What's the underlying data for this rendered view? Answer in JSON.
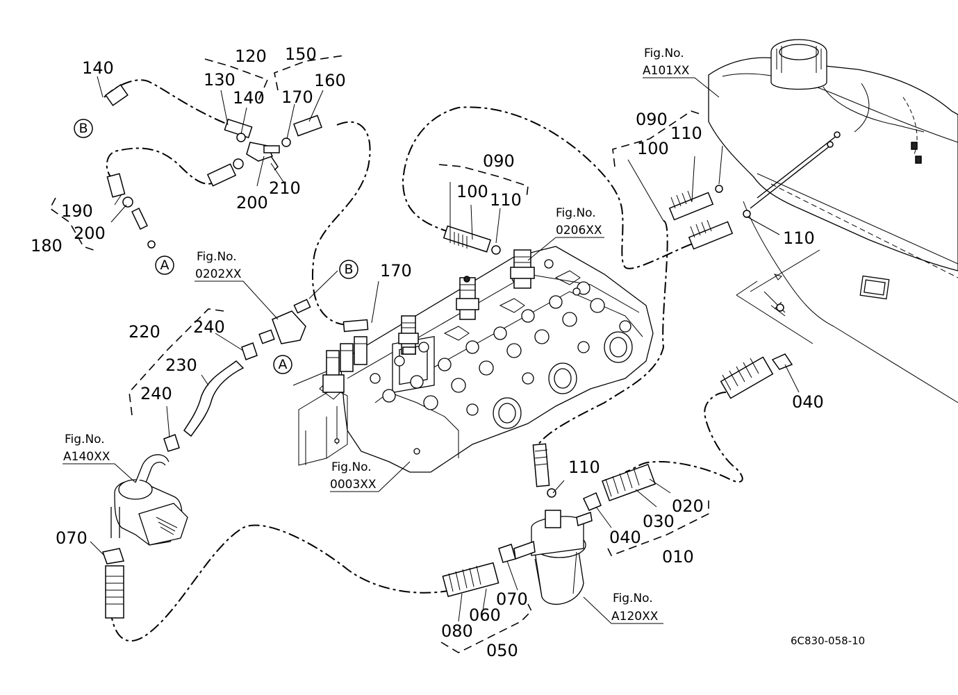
{
  "parts": {
    "p010": "010",
    "p020": "020",
    "p030": "030",
    "p040a": "040",
    "p040b": "040",
    "p050": "050",
    "p060": "060",
    "p070a": "070",
    "p070b": "070",
    "p080": "080",
    "p090a": "090",
    "p090b": "090",
    "p100a": "100",
    "p100b": "100",
    "p110a": "110",
    "p110b": "110",
    "p110c": "110",
    "p110d": "110",
    "p120": "120",
    "p130": "130",
    "p140a": "140",
    "p140b": "140",
    "p150": "150",
    "p160": "160",
    "p170a": "170",
    "p170b": "170",
    "p180": "180",
    "p190": "190",
    "p200a": "200",
    "p200b": "200",
    "p210": "210",
    "p220": "220",
    "p230": "230",
    "p240a": "240",
    "p240b": "240"
  },
  "refs": {
    "fig_label": "Fig.No.",
    "a101": "A101XX",
    "r0206": "0206XX",
    "r0202": "0202XX",
    "r0003": "0003XX",
    "a140": "A140XX",
    "a120": "A120XX"
  },
  "markers": {
    "A": "A",
    "B": "B"
  },
  "drawing_number": "6C830-058-10"
}
